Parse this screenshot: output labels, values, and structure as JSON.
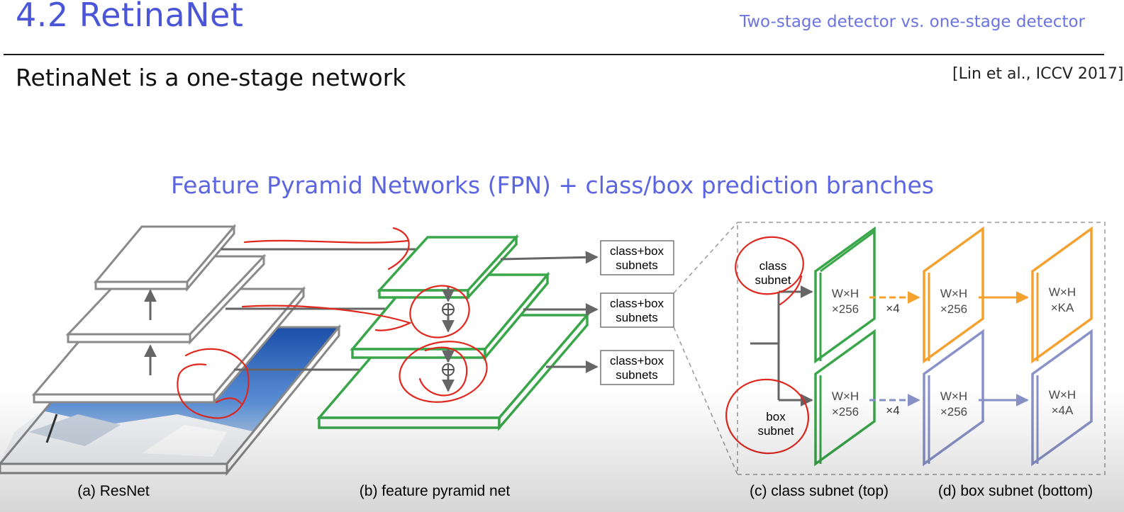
{
  "slide": {
    "title": "4.2 RetinaNet",
    "topic": "Two-stage detector vs. one-stage detector",
    "subtitle": "RetinaNet is a one-stage network",
    "citation": "[Lin et al., ICCV 2017]",
    "figure_caption": "Feature Pyramid Networks (FPN) + class/box prediction branches"
  },
  "diagram": {
    "panels": {
      "resnet": "(a) ResNet",
      "fpn": "(b) feature pyramid net",
      "class_subnet": "(c) class subnet (top)",
      "box_subnet": "(d) box subnet (bottom)"
    },
    "subnet_box": [
      "class+box",
      "subnets"
    ],
    "class_subnet_label": [
      "class",
      "subnet"
    ],
    "box_subnet_label": [
      "box",
      "subnet"
    ],
    "feature_maps": {
      "wh": "W×H",
      "c256": "×256",
      "ka": "×KA",
      "a4": "×4A"
    },
    "repeat_label": "×4",
    "merge_symbol": "⊕"
  },
  "colors": {
    "accent_title": "#4a55d8",
    "resnet_gray": "#8a8a8a",
    "fpn_green": "#3aa64a",
    "class_orange": "#f4a12f",
    "box_blue": "#8892c8",
    "annotation_red": "#e0281f"
  }
}
